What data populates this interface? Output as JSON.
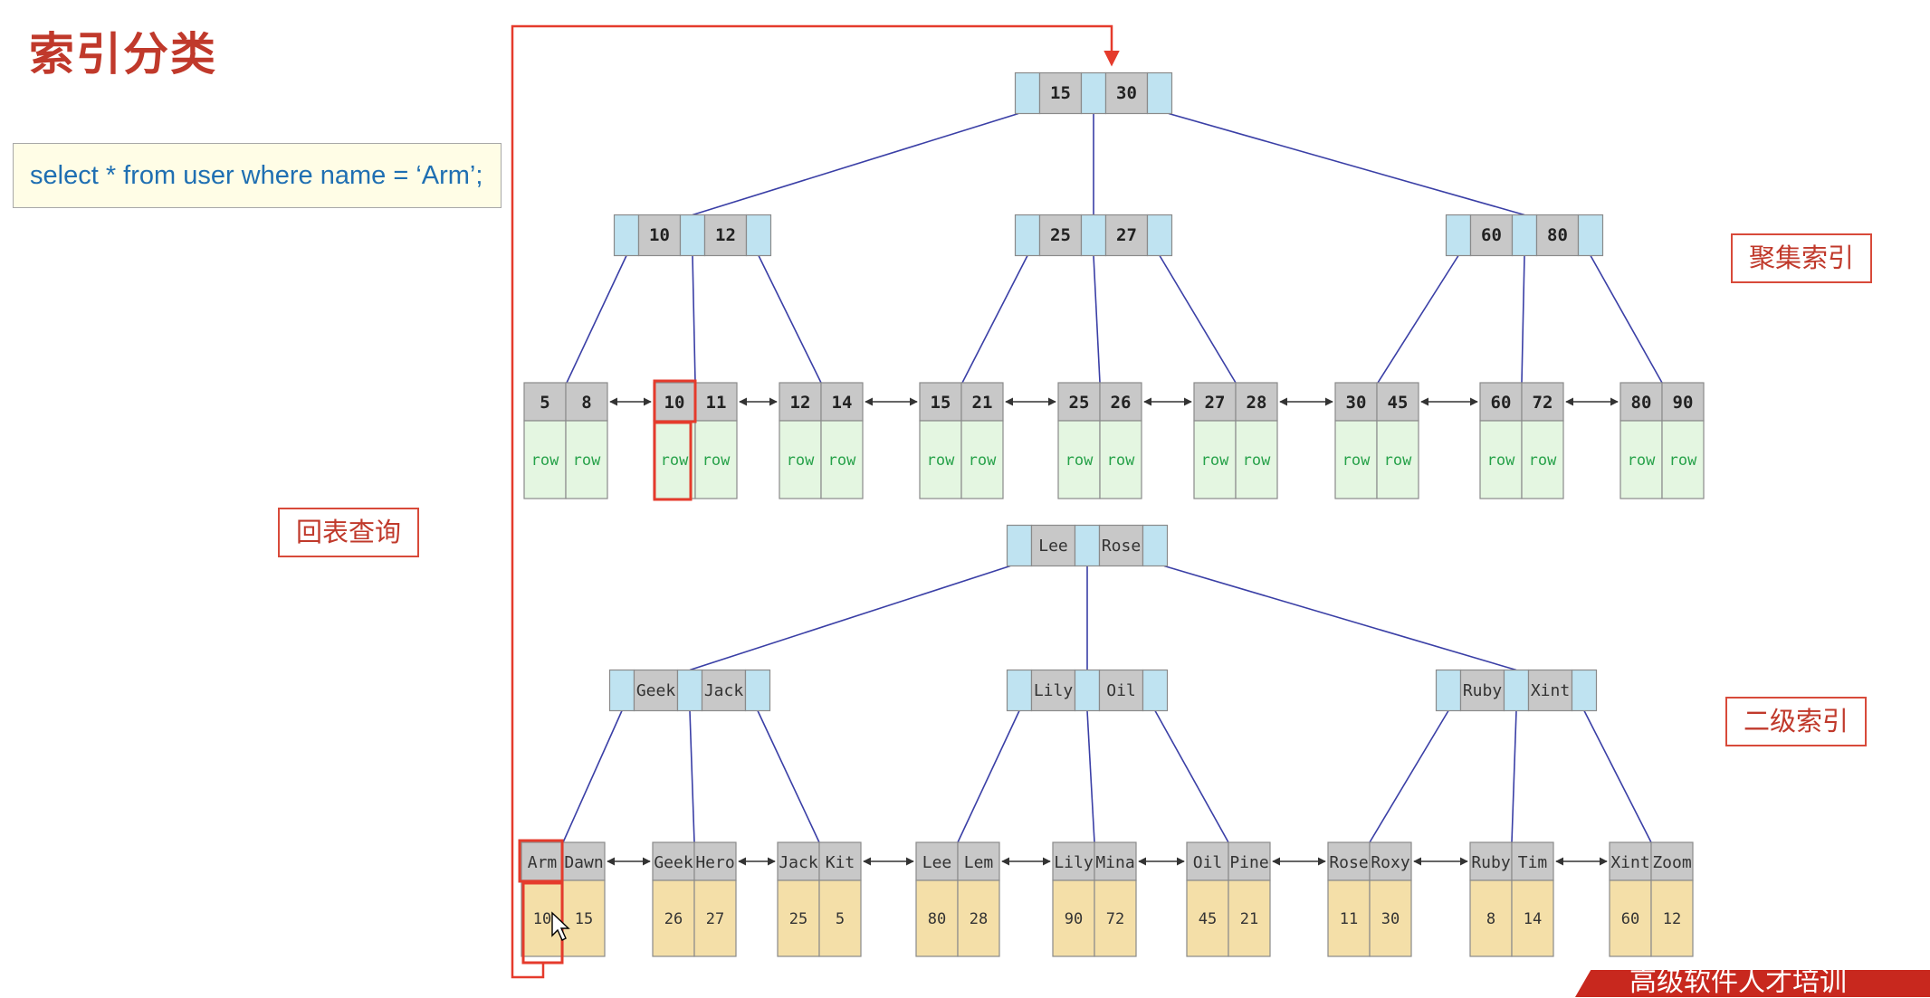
{
  "title": "索引分类",
  "sql": "select * from user where name = ‘Arm’;",
  "labels": {
    "back_lookup": "回表查询",
    "clustered": "聚集索引",
    "secondary": "二级索引"
  },
  "banner": "高级软件人才培训",
  "row_label": "row",
  "clustered_tree": {
    "root": [
      "15",
      "30"
    ],
    "internal": [
      [
        "10",
        "12"
      ],
      [
        "25",
        "27"
      ],
      [
        "60",
        "80"
      ]
    ],
    "leaves": [
      [
        "5",
        "8"
      ],
      [
        "10",
        "11"
      ],
      [
        "12",
        "14"
      ],
      [
        "15",
        "21"
      ],
      [
        "25",
        "26"
      ],
      [
        "27",
        "28"
      ],
      [
        "30",
        "45"
      ],
      [
        "60",
        "72"
      ],
      [
        "80",
        "90"
      ]
    ]
  },
  "secondary_tree": {
    "root": [
      "Lee",
      "Rose"
    ],
    "internal": [
      [
        "Geek",
        "Jack"
      ],
      [
        "Lily",
        "Oil"
      ],
      [
        "Ruby",
        "Xint"
      ]
    ],
    "leaves": [
      {
        "keys": [
          "Arm",
          "Dawn"
        ],
        "ids": [
          "10",
          "15"
        ]
      },
      {
        "keys": [
          "Geek",
          "Hero"
        ],
        "ids": [
          "26",
          "27"
        ]
      },
      {
        "keys": [
          "Jack",
          "Kit"
        ],
        "ids": [
          "25",
          "5"
        ]
      },
      {
        "keys": [
          "Lee",
          "Lem"
        ],
        "ids": [
          "80",
          "28"
        ]
      },
      {
        "keys": [
          "Lily",
          "Mina"
        ],
        "ids": [
          "90",
          "72"
        ]
      },
      {
        "keys": [
          "Oil",
          "Pine"
        ],
        "ids": [
          "45",
          "21"
        ]
      },
      {
        "keys": [
          "Rose",
          "Roxy"
        ],
        "ids": [
          "11",
          "30"
        ]
      },
      {
        "keys": [
          "Ruby",
          "Tim"
        ],
        "ids": [
          "8",
          "14"
        ]
      },
      {
        "keys": [
          "Xint",
          "Zoom"
        ],
        "ids": [
          "60",
          "12"
        ]
      }
    ]
  },
  "colors": {
    "key_cell": "#c8c8c8",
    "pointer_cell": "#bfe3f1",
    "row_cell": "#e4f6e1",
    "id_cell": "#f4dfa8",
    "edge": "#3a3fa6",
    "highlight": "#e53b2c"
  }
}
